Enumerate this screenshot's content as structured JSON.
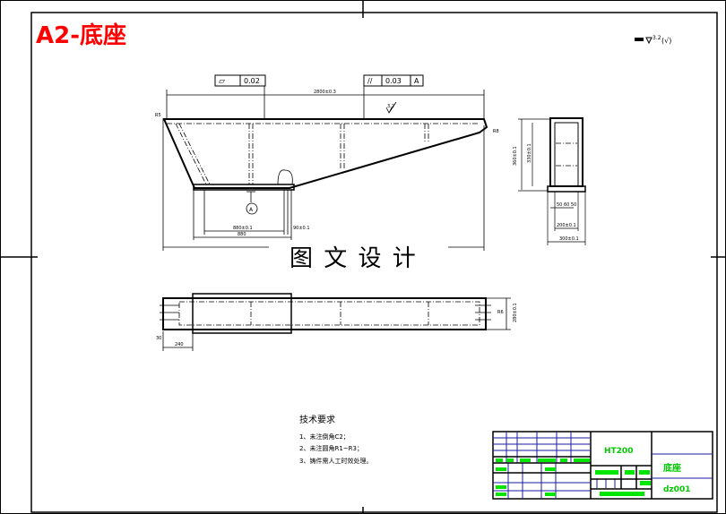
{
  "sheet": {
    "size_title": "A2-底座",
    "watermark": "图 文 设 计",
    "surface_mark": "(√)",
    "accent_color": "#ff0000"
  },
  "front_view": {
    "flatness_symbol": "▱",
    "flatness_value": "0.02",
    "parallel_symbol": "//",
    "parallel_value": "0.03",
    "parallel_datum": "A",
    "datum_label": "A",
    "dim_overall": "2800±0.3",
    "dim_base_inner": "880±0.1",
    "dim_base": "880",
    "dim_small": "90±0.1",
    "roughness": "3.2",
    "chamfer_left": "R5",
    "chamfer_right": "R8"
  },
  "side_view": {
    "dim_height_outer": "360±0.1",
    "dim_height_inner": "330±0.1",
    "dim_slots": "50 60 50",
    "dim_inner_width": "200±0.1",
    "dim_width": "300±0.1"
  },
  "top_view": {
    "dim_offset": "30",
    "dim_length": "240",
    "dim_width": "280±0.1",
    "chamfer": "R6"
  },
  "tech_req": {
    "title": "技术要求",
    "items": [
      "1、未注倒角C2；",
      "2、未注圆角R1~R3；",
      "3、铸件需人工时效处理。"
    ]
  },
  "title_block": {
    "material": "HT200",
    "part_name": "底座",
    "drawing_no": "dz001",
    "grid_color": "#1a1aa0",
    "field_color": "#00e600"
  }
}
